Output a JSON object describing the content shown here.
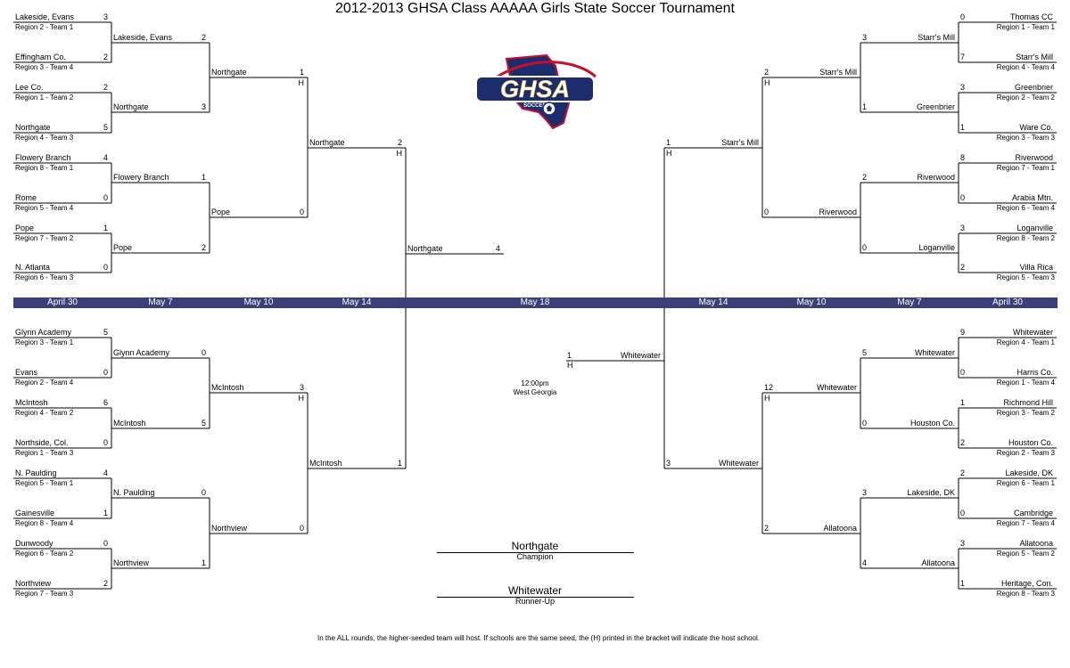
{
  "title": "2012-2013 GHSA Class AAAAA Girls State Soccer Tournament",
  "logo": {
    "text": "GHSA",
    "subtext": "SOCCER",
    "icon": "ghsa-logo-icon",
    "colors": {
      "navy": "#1c2d6e",
      "red": "#c8102e",
      "gold": "#f2c230"
    }
  },
  "colors": {
    "date_bar": "#3c3f78"
  },
  "dates": [
    "April 30",
    "May 7",
    "May 10",
    "May 14",
    "May 18",
    "May 14",
    "May 10",
    "May 7",
    "April 30"
  ],
  "first_round": {
    "top_left": [
      {
        "team": "Lakeside, Evans",
        "seed": "Region 2 - Team 1",
        "score": "3"
      },
      {
        "team": "Effingham Co.",
        "seed": "Region 3 - Team 4",
        "score": "2"
      },
      {
        "team": "Lee Co.",
        "seed": "Region 1 - Team 2",
        "score": "2"
      },
      {
        "team": "Northgate",
        "seed": "Region 4 - Team 3",
        "score": "5"
      },
      {
        "team": "Flowery Branch",
        "seed": "Region 8 - Team 1",
        "score": "4"
      },
      {
        "team": "Rome",
        "seed": "Region 5 - Team 4",
        "score": "0"
      },
      {
        "team": "Pope",
        "seed": "Region 7 - Team 2",
        "score": "1"
      },
      {
        "team": "N. Atlanta",
        "seed": "Region 6 - Team 3",
        "score": "0"
      }
    ],
    "bottom_left": [
      {
        "team": "Glynn Academy",
        "seed": "Region 3 - Team 1",
        "score": "5"
      },
      {
        "team": "Evans",
        "seed": "Region 2 - Team 4",
        "score": "0"
      },
      {
        "team": "McIntosh",
        "seed": "Region 4 - Team 2",
        "score": "6"
      },
      {
        "team": "Northside, Col.",
        "seed": "Region 1 - Team 3",
        "score": "0"
      },
      {
        "team": "N. Paulding",
        "seed": "Region 5 - Team 1",
        "score": "4"
      },
      {
        "team": "Gainesville",
        "seed": "Region 8 - Team 4",
        "score": "1"
      },
      {
        "team": "Dunwoody",
        "seed": "Region 6 - Team 2",
        "score": "0"
      },
      {
        "team": "Northview",
        "seed": "Region 7 - Team 3",
        "score": "2"
      }
    ],
    "top_right": [
      {
        "team": "Thomas CC",
        "seed": "Region 1 - Team 1",
        "score": "0"
      },
      {
        "team": "Starr's Mill",
        "seed": "Region 4 - Team 4",
        "score": "7"
      },
      {
        "team": "Greenbrier",
        "seed": "Region 2 - Team 2",
        "score": "3"
      },
      {
        "team": "Ware Co.",
        "seed": "Region 3 - Team 3",
        "score": "1"
      },
      {
        "team": "Riverwood",
        "seed": "Region 7 - Team 1",
        "score": "8"
      },
      {
        "team": "Arabia Mtn.",
        "seed": "Region 6 - Team 4",
        "score": "0"
      },
      {
        "team": "Loganville",
        "seed": "Region 8 - Team 2",
        "score": "3"
      },
      {
        "team": "Villa Rica",
        "seed": "Region 5 - Team 3",
        "score": "2"
      }
    ],
    "bottom_right": [
      {
        "team": "Whitewater",
        "seed": "Region 4 - Team 1",
        "score": "9"
      },
      {
        "team": "Harris Co.",
        "seed": "Region 1 - Team 4",
        "score": "0"
      },
      {
        "team": "Richmond Hill",
        "seed": "Region 3 - Team 2",
        "score": "1"
      },
      {
        "team": "Houston Co.",
        "seed": "Region 2 - Team 3",
        "score": "2"
      },
      {
        "team": "Lakeside, DK",
        "seed": "Region 6 - Team 1",
        "score": "2"
      },
      {
        "team": "Cambridge",
        "seed": "Region 7 - Team 4",
        "score": "0"
      },
      {
        "team": "Allatoona",
        "seed": "Region 5 - Team 2",
        "score": "3"
      },
      {
        "team": "Heritage, Con.",
        "seed": "Region 8 - Team 3",
        "score": "1"
      }
    ]
  },
  "second_round": {
    "top_left": [
      {
        "team": "Lakeside, Evans",
        "score": "2"
      },
      {
        "team": "Northgate",
        "score": "3"
      },
      {
        "team": "Flowery Branch",
        "score": "1"
      },
      {
        "team": "Pope",
        "score": "2"
      }
    ],
    "bottom_left": [
      {
        "team": "Glynn Academy",
        "score": "0"
      },
      {
        "team": "McIntosh",
        "score": "5"
      },
      {
        "team": "N. Paulding",
        "score": "0"
      },
      {
        "team": "Northview",
        "score": "1"
      }
    ],
    "top_right": [
      {
        "team": "Starr's Mill",
        "score": "3"
      },
      {
        "team": "Greenbrier",
        "score": "1"
      },
      {
        "team": "Riverwood",
        "score": "2"
      },
      {
        "team": "Loganville",
        "score": "0"
      }
    ],
    "bottom_right": [
      {
        "team": "Whitewater",
        "score": "5"
      },
      {
        "team": "Houston Co.",
        "score": "0"
      },
      {
        "team": "Lakeside, DK",
        "score": "3"
      },
      {
        "team": "Allatoona",
        "score": "4"
      }
    ]
  },
  "quarterfinals": {
    "top_left": [
      {
        "team": "Northgate",
        "score": "1",
        "host": "H"
      },
      {
        "team": "Pope",
        "score": "0"
      }
    ],
    "bottom_left": [
      {
        "team": "McIntosh",
        "score": "3",
        "host": "H"
      },
      {
        "team": "Northview",
        "score": "0"
      }
    ],
    "top_right": [
      {
        "team": "Starr's Mill",
        "score": "2",
        "host": "H"
      },
      {
        "team": "Riverwood",
        "score": "0"
      }
    ],
    "bottom_right": [
      {
        "team": "Whitewater",
        "score": "12",
        "host": "H"
      },
      {
        "team": "Allatoona",
        "score": "2"
      }
    ]
  },
  "semifinals": {
    "left": [
      {
        "team": "Northgate",
        "score": "2",
        "host": "H"
      },
      {
        "team": "McIntosh",
        "score": "1"
      }
    ],
    "right": [
      {
        "team": "Starr's Mill",
        "score": "1",
        "host": "H"
      },
      {
        "team": "Whitewater",
        "score": "3"
      }
    ]
  },
  "final": {
    "left": {
      "team": "Northgate",
      "score": "4"
    },
    "right": {
      "team": "Whitewater",
      "score": "1",
      "host": "H"
    },
    "time": "12:00pm",
    "location": "West Georgia"
  },
  "results": {
    "champion": "Northgate",
    "champion_label": "Champion",
    "runner_up": "Whitewater",
    "runner_up_label": "Runner-Up"
  },
  "footnote": "In the ALL rounds, the higher-seeded team will host.  If schools are the same seed, the (H) printed in the bracket will indicate the host school."
}
